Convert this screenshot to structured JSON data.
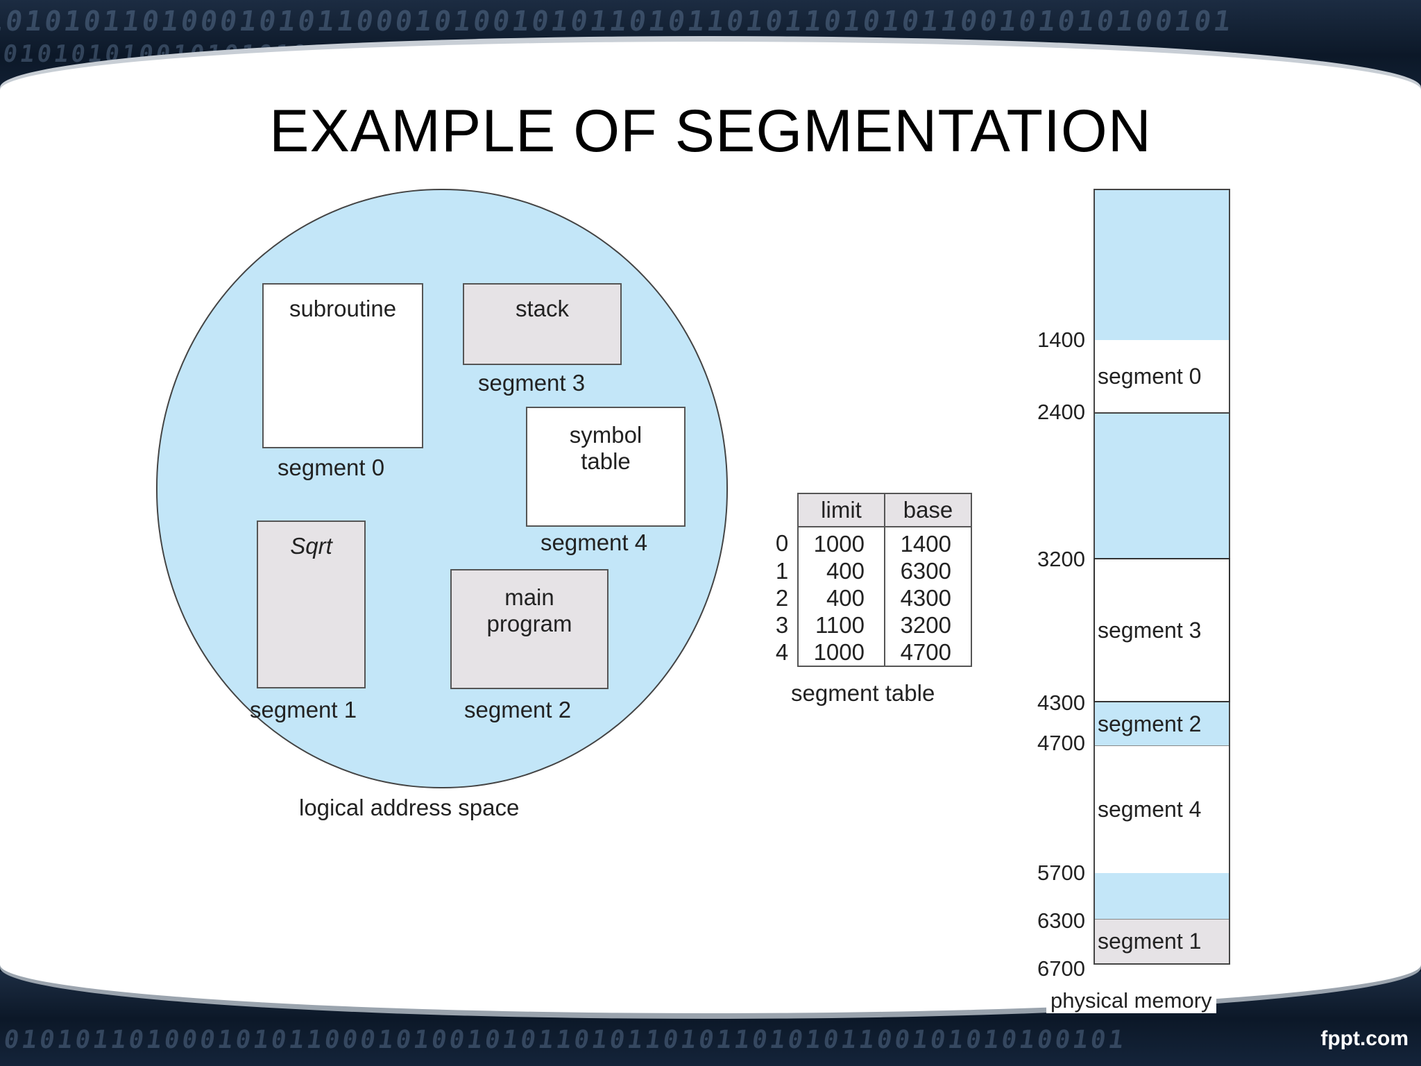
{
  "title": "EXAMPLE OF SEGMENTATION",
  "background_binary": [
    "1010101101000101011000101001010110101101011010101100101010100101",
    "1010101010010101010100101010010110101011010101001010101101010101"
  ],
  "logical_space": {
    "caption": "logical address space",
    "boxes": [
      {
        "text": "subroutine",
        "segment": "segment 0"
      },
      {
        "text": "stack",
        "segment": "segment 3"
      },
      {
        "text_line1": "symbol",
        "text_line2": "table",
        "segment": "segment 4"
      },
      {
        "text": "Sqrt",
        "segment": "segment 1"
      },
      {
        "text_line1": "main",
        "text_line2": "program",
        "segment": "segment 2"
      }
    ]
  },
  "segment_table": {
    "caption": "segment table",
    "headers": [
      "limit",
      "base"
    ],
    "rows": [
      {
        "index": "0",
        "limit": "1000",
        "base": "1400"
      },
      {
        "index": "1",
        "limit": "400",
        "base": "6300"
      },
      {
        "index": "2",
        "limit": "400",
        "base": "4300"
      },
      {
        "index": "3",
        "limit": "1100",
        "base": "3200"
      },
      {
        "index": "4",
        "limit": "1000",
        "base": "4700"
      }
    ]
  },
  "physical_memory": {
    "caption": "physical memory",
    "addresses": [
      "1400",
      "2400",
      "3200",
      "4300",
      "4700",
      "5700",
      "6300",
      "6700"
    ],
    "segments": [
      "segment 0",
      "segment 3",
      "segment 2",
      "segment 4",
      "segment 1"
    ]
  },
  "footer_brand": "fppt.com",
  "colors": {
    "region_fill": "#c3e6f8",
    "box_gray": "#e6e3e6",
    "banner": "#0c1828"
  }
}
